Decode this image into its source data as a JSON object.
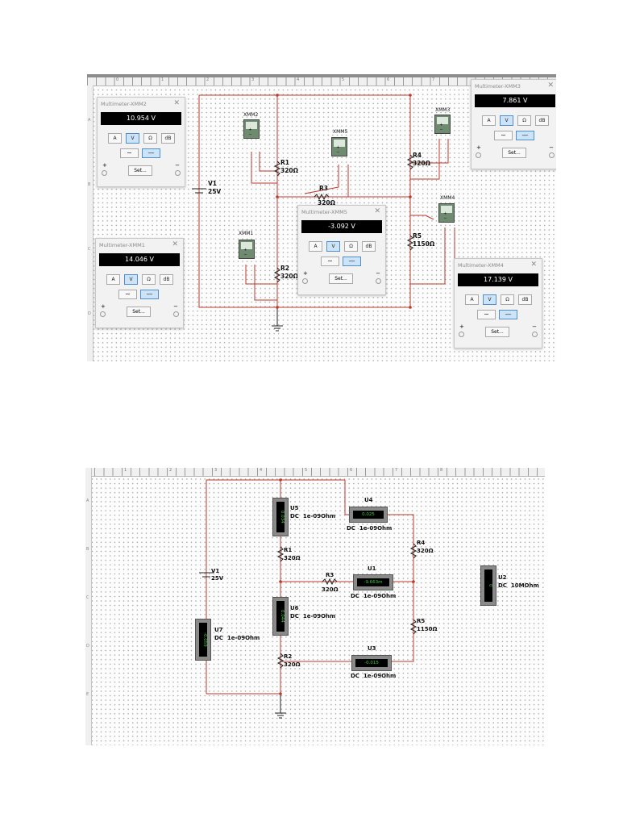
{
  "top": {
    "ruler_ticks": [
      "0",
      "1",
      "2",
      "3",
      "4",
      "5",
      "6",
      "7"
    ],
    "ruler_rows": [
      "A",
      "B",
      "C",
      "D"
    ],
    "multimeters": [
      {
        "title": "Multimeter-XMM2",
        "value": "10.954 V"
      },
      {
        "title": "Multimeter-XMM1",
        "value": "14.046 V"
      },
      {
        "title": "Multimeter-XMM5",
        "value": "-3.092 V"
      },
      {
        "title": "Multimeter-XMM3",
        "value": "7.861 V"
      },
      {
        "title": "Multimeter-XMM4",
        "value": "17.139 V"
      }
    ],
    "buttons": {
      "a": "A",
      "v": "V",
      "ohm": "Ω",
      "db": "dB",
      "set": "Set...",
      "plus": "+",
      "minus": "−"
    },
    "meter_icons": [
      "XMM2",
      "XMM5",
      "XMM3",
      "XMM1",
      "XMM4"
    ],
    "v1": {
      "name": "V1",
      "value": "25V"
    },
    "r1": {
      "name": "R1",
      "value": "320Ω"
    },
    "r2": {
      "name": "R2",
      "value": "320Ω"
    },
    "r3": {
      "name": "R3",
      "value": "320Ω"
    },
    "r4": {
      "name": "R4",
      "value": "320Ω"
    },
    "r5": {
      "name": "R5",
      "value": "1150Ω"
    }
  },
  "bottom": {
    "ruler_ticks": [
      "1",
      "2",
      "3",
      "4",
      "5",
      "6",
      "7",
      "8"
    ],
    "ruler_rows": [
      "A",
      "B",
      "C",
      "D",
      "E"
    ],
    "v1": {
      "name": "V1",
      "value": "25V"
    },
    "r1": {
      "name": "R1",
      "value": "320Ω"
    },
    "r2": {
      "name": "R2",
      "value": "320Ω"
    },
    "r3": {
      "name": "R3",
      "value": "320Ω"
    },
    "r4": {
      "name": "R4",
      "value": "320Ω"
    },
    "r5": {
      "name": "R5",
      "value": "1150Ω"
    },
    "ammeters": [
      {
        "name": "U5",
        "reading": "0.034",
        "spec": "DC  1e-09Ohm"
      },
      {
        "name": "U4",
        "reading": "0.025",
        "spec": "DC  1e-09Ohm"
      },
      {
        "name": "U1",
        "reading": "-9.663m",
        "spec": "DC  1e-09Ohm"
      },
      {
        "name": "U6",
        "reading": "0.044",
        "spec": "DC  1e-09Ohm"
      },
      {
        "name": "U7",
        "reading": "-0.059",
        "spec": "DC  1e-09Ohm"
      },
      {
        "name": "U3",
        "reading": "-0.015",
        "spec": "DC  1e-09Ohm"
      },
      {
        "name": "U2",
        "reading": "0",
        "spec": "DC  10MOhm"
      }
    ]
  },
  "colors": {
    "wire": "#c0392b",
    "display_bg": "#000000",
    "display_text_green": "#3bd13b",
    "selected_button": "#cde3f7"
  }
}
